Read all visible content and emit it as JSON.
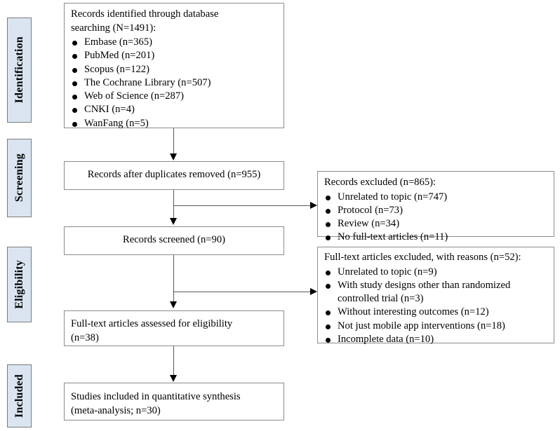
{
  "diagram": {
    "title": "PRISMA flow diagram",
    "accent_fill": "#dbe5f1",
    "border_color": "#8c8c8c",
    "stages": [
      {
        "id": "identification",
        "label": "Identification"
      },
      {
        "id": "screening",
        "label": "Screening"
      },
      {
        "id": "eligibility",
        "label": "Eligibility"
      },
      {
        "id": "included",
        "label": "Included"
      }
    ],
    "boxes": {
      "records_identified": {
        "title": "Records identified through database\nsearching (N=1491):",
        "items": [
          "Embase (n=365)",
          "PubMed (n=201)",
          "Scopus (n=122)",
          "The Cochrane Library (n=507)",
          "Web of Science (n=287)",
          "CNKI (n=4)",
          "WanFang (n=5)"
        ]
      },
      "records_after_duplicates": {
        "title": "Records after duplicates removed (n=955)"
      },
      "records_screened": {
        "title": "Records screened (n=90)"
      },
      "full_text_assessed": {
        "title": "Full-text articles assessed for eligibility\n(n=38)"
      },
      "studies_included": {
        "title": "Studies included in quantitative synthesis\n(meta-analysis; n=30)"
      },
      "records_excluded": {
        "title": "Records excluded (n=865):",
        "items": [
          "Unrelated to topic (n=747)",
          "Protocol (n=73)",
          "Review (n=34)",
          "No full-text articles (n=11)"
        ]
      },
      "full_text_excluded": {
        "title": "Full-text articles excluded, with reasons (n=52):",
        "items": [
          "Unrelated to topic (n=9)",
          "With study designs other than randomized controlled trial (n=3)",
          "Without interesting outcomes (n=12)",
          "Not just mobile app interventions (n=18)",
          "Incomplete data (n=10)"
        ]
      }
    }
  }
}
